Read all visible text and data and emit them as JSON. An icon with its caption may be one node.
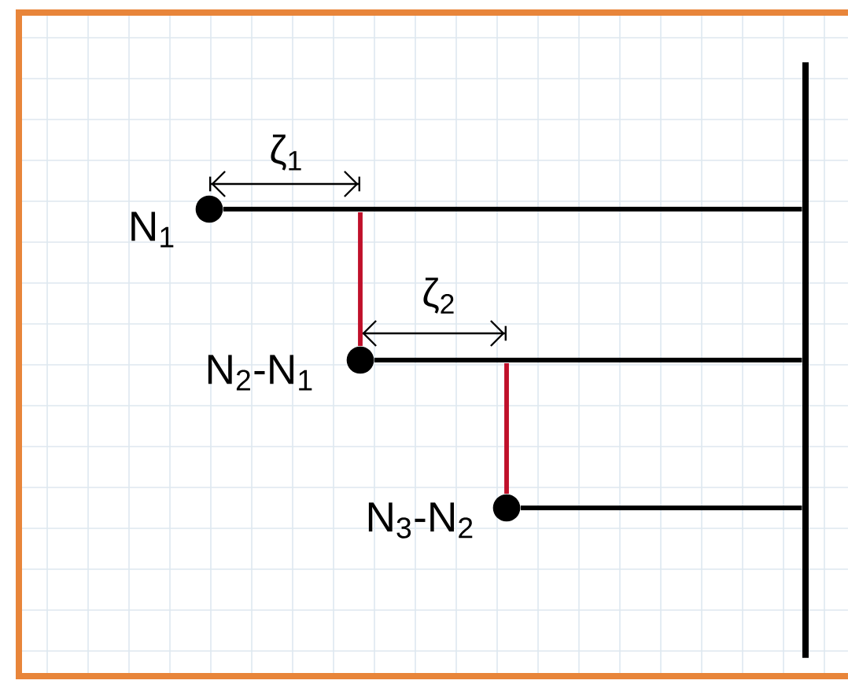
{
  "diagram": {
    "nodes": [
      {
        "text": [],
        "shape": "circle",
        "beside": [
          "N$_{1}$"
        ]
      },
      {
        "text": [],
        "shape": "circle",
        "beside": [
          "N$_{2}$-N$_{1}$"
        ]
      },
      {
        "text": [],
        "shape": "circle",
        "beside": [
          "N$_{3}$-N$_{2}$"
        ]
      },
      {
        "text": [],
        "shape": "bar"
      }
    ],
    "edges": [
      {
        "from": 0,
        "to": 3,
        "arrow": "none"
      },
      {
        "from": null,
        "to": 1,
        "arrow": "none",
        "color": "#c0102a"
      },
      {
        "from": 1,
        "to": 3,
        "arrow": "none"
      },
      {
        "from": null,
        "to": 2,
        "arrow": "none",
        "color": "#c0102a"
      },
      {
        "from": 2,
        "to": 3,
        "arrow": "none"
      }
    ],
    "labels": [
      "ζ$_{1}$",
      "ζ$_{2}$"
    ]
  }
}
